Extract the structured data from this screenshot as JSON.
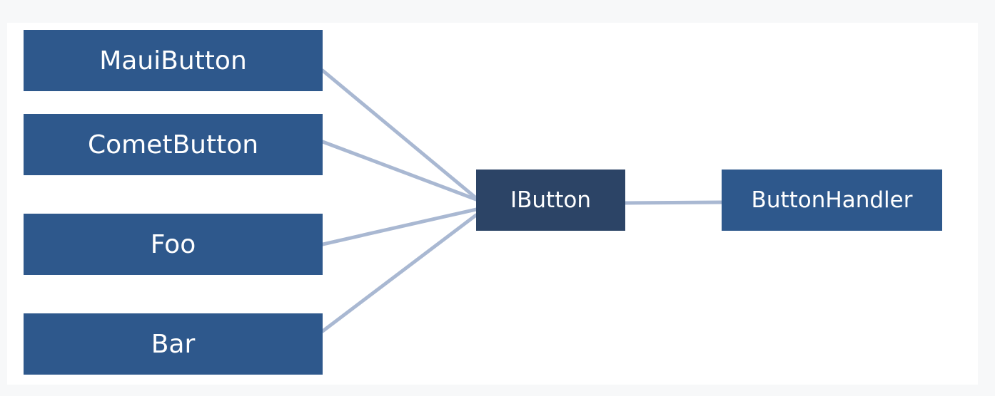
{
  "diagram": {
    "implementations": [
      {
        "label": "MauiButton"
      },
      {
        "label": "CometButton"
      },
      {
        "label": "Foo"
      },
      {
        "label": "Bar"
      }
    ],
    "interface": {
      "label": "IButton"
    },
    "handler": {
      "label": "ButtonHandler"
    },
    "connector_color": "#a9b8d2",
    "impl_color": "#2e588c",
    "interface_color": "#2c4466"
  }
}
